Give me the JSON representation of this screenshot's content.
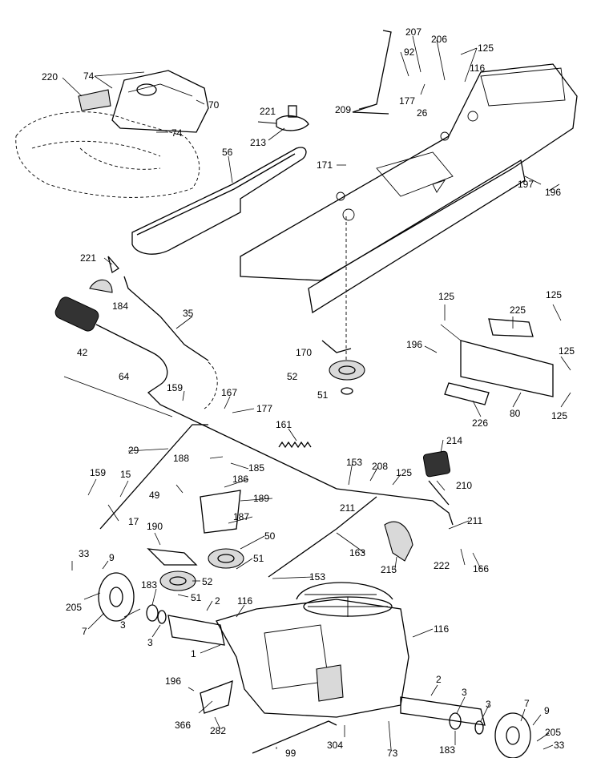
{
  "labels": {
    "l1": "1",
    "l2": "2",
    "l2b": "2",
    "l3a": "3",
    "l3b": "3",
    "l3c": "3",
    "l3d": "3",
    "l7a": "7",
    "l7b": "7",
    "l9a": "9",
    "l9b": "9",
    "l15": "15",
    "l17": "17",
    "l26": "26",
    "l29": "29",
    "l33a": "33",
    "l33b": "33",
    "l35": "35",
    "l42": "42",
    "l49": "49",
    "l50": "50",
    "l51a": "51",
    "l51b": "51",
    "l51c": "51",
    "l52a": "52",
    "l52b": "52",
    "l56": "56",
    "l64": "64",
    "l70": "70",
    "l73": "73",
    "l74a": "74",
    "l74b": "74",
    "l80": "80",
    "l92": "92",
    "l99": "99",
    "l116a": "116",
    "l116b": "116",
    "l116c": "116",
    "l125a": "125",
    "l125b": "125",
    "l125c": "125",
    "l125d": "125",
    "l125e": "125",
    "l125f": "125",
    "l153a": "153",
    "l153b": "153",
    "l159a": "159",
    "l159b": "159",
    "l161": "161",
    "l163": "163",
    "l166": "166",
    "l167": "167",
    "l170": "170",
    "l171": "171",
    "l177a": "177",
    "l177b": "177",
    "l183a": "183",
    "l183b": "183",
    "l184": "184",
    "l185": "185",
    "l186": "186",
    "l187": "187",
    "l188": "188",
    "l189": "189",
    "l190": "190",
    "l196a": "196",
    "l196b": "196",
    "l196c": "196",
    "l197": "197",
    "l205a": "205",
    "l205b": "205",
    "l206": "206",
    "l207": "207",
    "l208": "208",
    "l209": "209",
    "l210": "210",
    "l211a": "211",
    "l211b": "211",
    "l213": "213",
    "l214": "214",
    "l215": "215",
    "l220": "220",
    "l221a": "221",
    "l221b": "221",
    "l222": "222",
    "l225": "225",
    "l226": "226",
    "l282": "282",
    "l304": "304",
    "l366": "366"
  }
}
